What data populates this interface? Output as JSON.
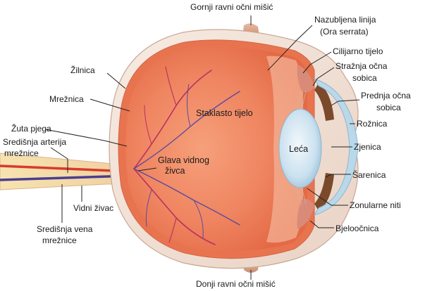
{
  "labels": {
    "gornji_misic": "Gornji ravni očni mišić",
    "nazubljena_1": "Nazubljena linija",
    "nazubljena_2": "(Ora serrata)",
    "cilijarno": "Cilijarno tijelo",
    "strazne_1": "Stražnja očna",
    "strazne_2": "sobica",
    "prednja_1": "Prednja očna",
    "prednja_2": "sobica",
    "roznica": "Rožnica",
    "zjenica": "Zjenica",
    "sarenica": "Šarenica",
    "zonularne": "Zonularne niti",
    "bjeloocnica": "Bjeloočnica",
    "donji_misic": "Donji ravni očni mišić",
    "zilnica": "Žilnica",
    "mreznica": "Mrežnica",
    "zuta_pjega": "Žuta pjega",
    "arterija_1": "Središnja arterija",
    "arterija_2": "mrežnice",
    "vidni_zivac": "Vidni živac",
    "vena_1": "Središnja vena",
    "vena_2": "mrežnice",
    "staklasto": "Staklasto tijelo",
    "glava_1": "Glava vidnog",
    "glava_2": "živca",
    "leca": "Leća"
  },
  "colors": {
    "sclera": "#f3e3d8",
    "choroid": "#e8744f",
    "vitreous": "#f08863",
    "artery": "#d93a2a",
    "vein": "#4a3d8f",
    "iris": "#7a4a2a",
    "cornea": "#b9d9ea",
    "lens": "#cfe3f0",
    "muscle": "#d9a48a"
  }
}
